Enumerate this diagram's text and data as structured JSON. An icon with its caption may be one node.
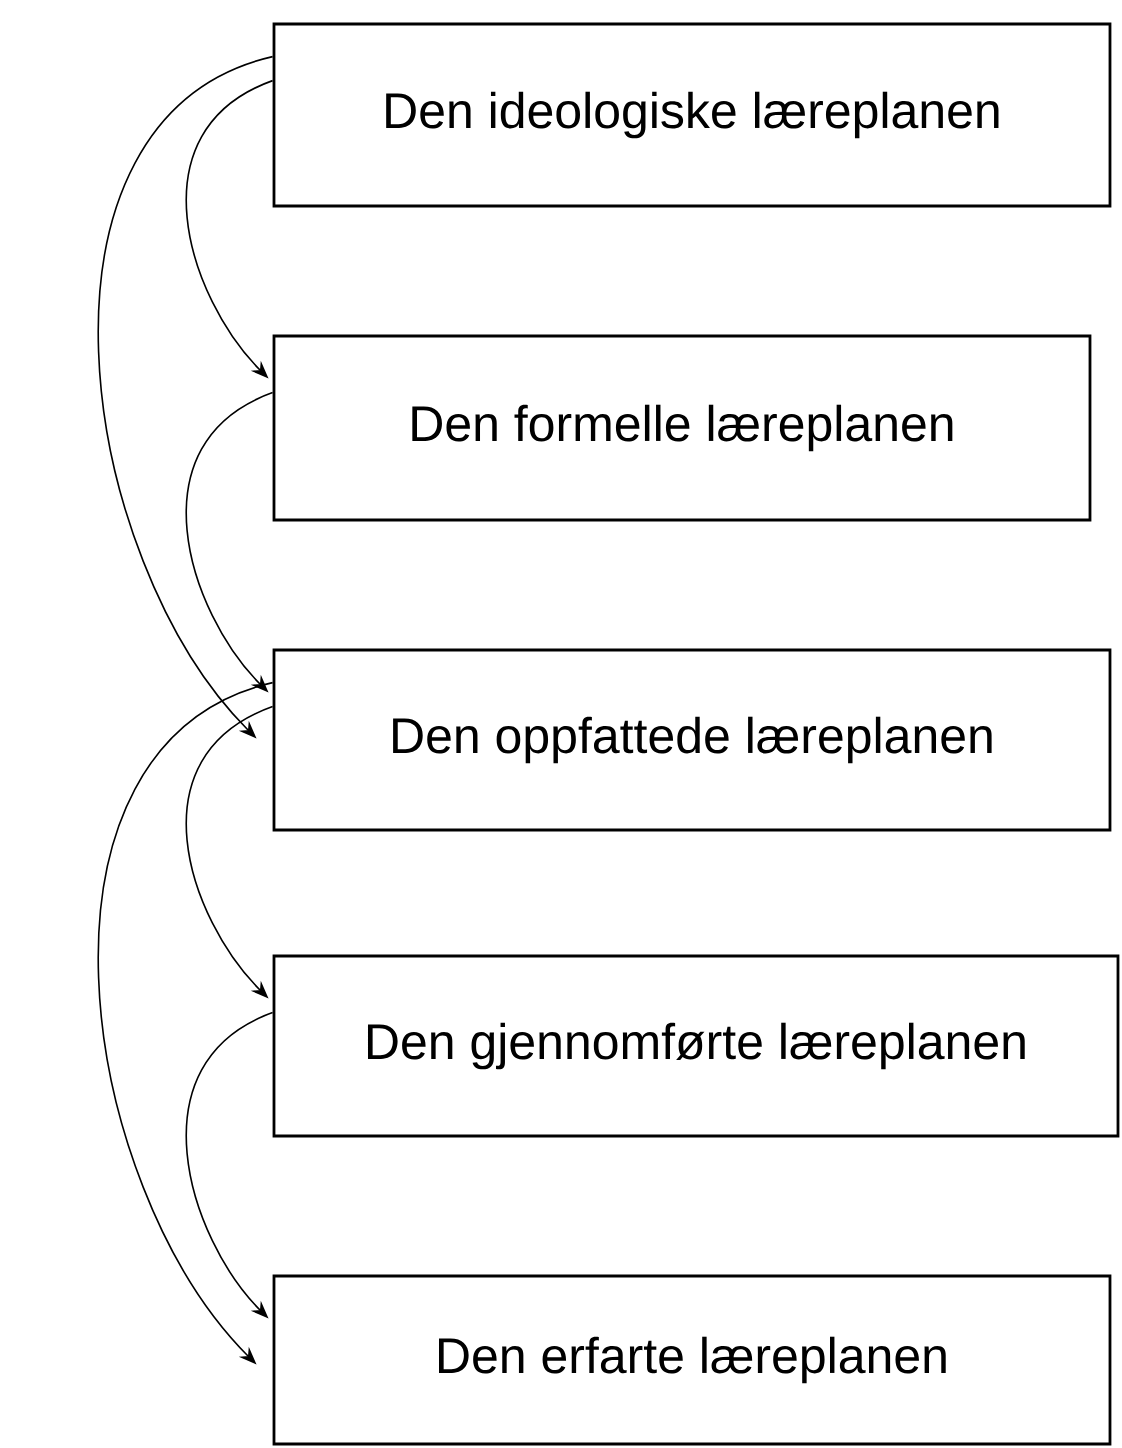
{
  "diagram": {
    "nodes": [
      {
        "text": [
          "Den ideologiske læreplanen"
        ]
      },
      {
        "text": [
          "Den formelle læreplanen"
        ]
      },
      {
        "text": [
          "Den oppfattede læreplanen"
        ]
      },
      {
        "text": [
          "Den gjennomførte læreplanen"
        ]
      },
      {
        "text": [
          "Den erfarte læreplanen"
        ]
      }
    ],
    "edges": [
      {
        "from": 0,
        "to": 1,
        "arrow": "to"
      },
      {
        "from": 0,
        "to": 2,
        "arrow": "to"
      },
      {
        "from": 1,
        "to": 2,
        "arrow": "to"
      },
      {
        "from": 2,
        "to": 3,
        "arrow": "to"
      },
      {
        "from": 2,
        "to": 4,
        "arrow": "to"
      },
      {
        "from": 3,
        "to": 4,
        "arrow": "to"
      }
    ]
  }
}
